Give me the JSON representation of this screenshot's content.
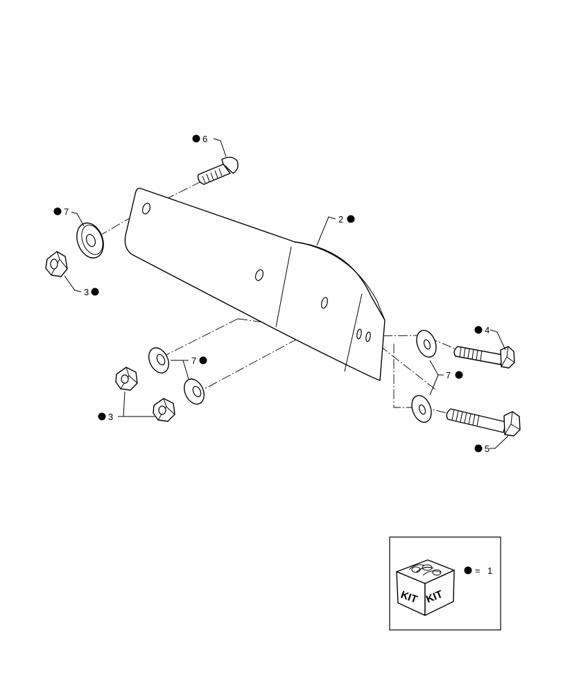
{
  "callouts": {
    "item_2": "2",
    "item_3_top": "3",
    "item_3_bottom": "3",
    "item_4": "4",
    "item_5": "5",
    "item_6": "6",
    "item_7_top": "7",
    "item_7_middle": "7",
    "item_7_right": "7"
  },
  "kit": {
    "box_text_left": "KIT",
    "box_text_right": "KIT",
    "legend_equals": "=",
    "legend_value": "1"
  }
}
